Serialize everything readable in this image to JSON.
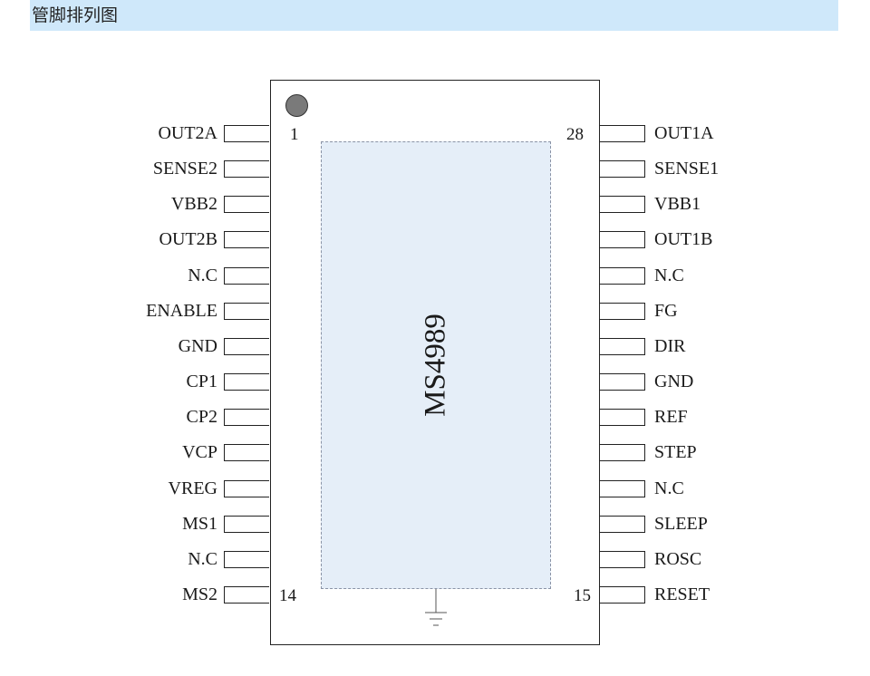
{
  "header": {
    "title": "管脚排列图"
  },
  "chip": {
    "name": "MS4989",
    "pin_numbers": {
      "first": "1",
      "left_last": "14",
      "right_last": "15",
      "right_first": "28"
    },
    "left_pins": [
      "OUT2A",
      "SENSE2",
      "VBB2",
      "OUT2B",
      "N.C",
      "ENABLE",
      "GND",
      "CP1",
      "CP2",
      "VCP",
      "VREG",
      "MS1",
      "N.C",
      "MS2"
    ],
    "right_pins": [
      "OUT1A",
      "SENSE1",
      "VBB1",
      "OUT1B",
      "N.C",
      "FG",
      "DIR",
      "GND",
      "REF",
      "STEP",
      "N.C",
      "SLEEP",
      "ROSC",
      "RESET"
    ]
  },
  "icons": {
    "ground": "ground-icon",
    "pin1_marker": "pin1-dot"
  }
}
